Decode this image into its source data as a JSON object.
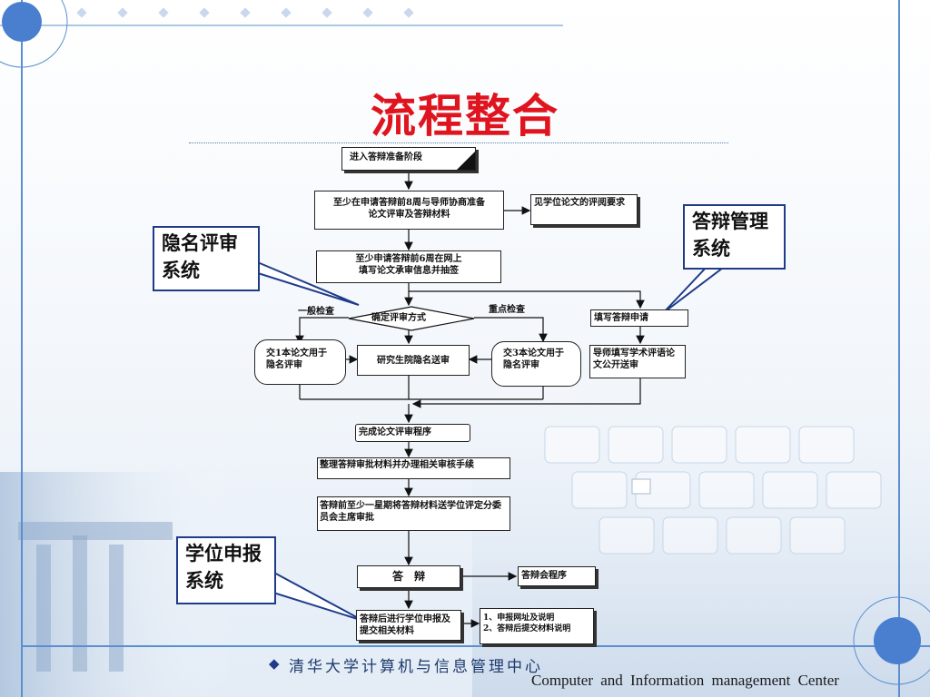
{
  "title": "流程整合",
  "nodes": {
    "n1": "进入答辩准备阶段",
    "n2": "至少在申请答辩前8周与导师协商准备论文评审及答辩材料",
    "n2_side": "见学位论文的评阅要求",
    "n3": "至少申请答辩前6周在网上填写论文承审信息并抽签",
    "decision": "确定评审方式",
    "general": "一般检查",
    "key": "重点检查",
    "left_box": "交1本论文用于隐名评审",
    "center_box": "研究生院隐名送审",
    "right_box": "交3本论文用于隐名评审",
    "apply": "填写答辩申请",
    "tutor": "导师填写学术评语论文公开送审",
    "complete": "完成论文评审程序",
    "arrange": "整理答辩审批材料并办理相关审核手续",
    "submit": "答辩前至少一星期将答辩材料送学位评定分委员会主席审批",
    "defense": "答　辩",
    "defense_side": "答辩会程序",
    "after": "答辩后进行学位申报及提交相关材料",
    "after_side_1": "1、申报网址及说明",
    "after_side_2": "2、答辩后提交材料说明"
  },
  "callouts": {
    "anon": "隐名评审系统",
    "defense_mgmt": "答辩管理系统",
    "degree": "学位申报系统"
  },
  "footer": {
    "cn": "清华大学计算机与信息管理中心",
    "en": "Computer and Information management Center"
  },
  "colors": {
    "title": "#e0141e",
    "accent": "#1f3b8a",
    "frame": "#5b8fd0"
  }
}
